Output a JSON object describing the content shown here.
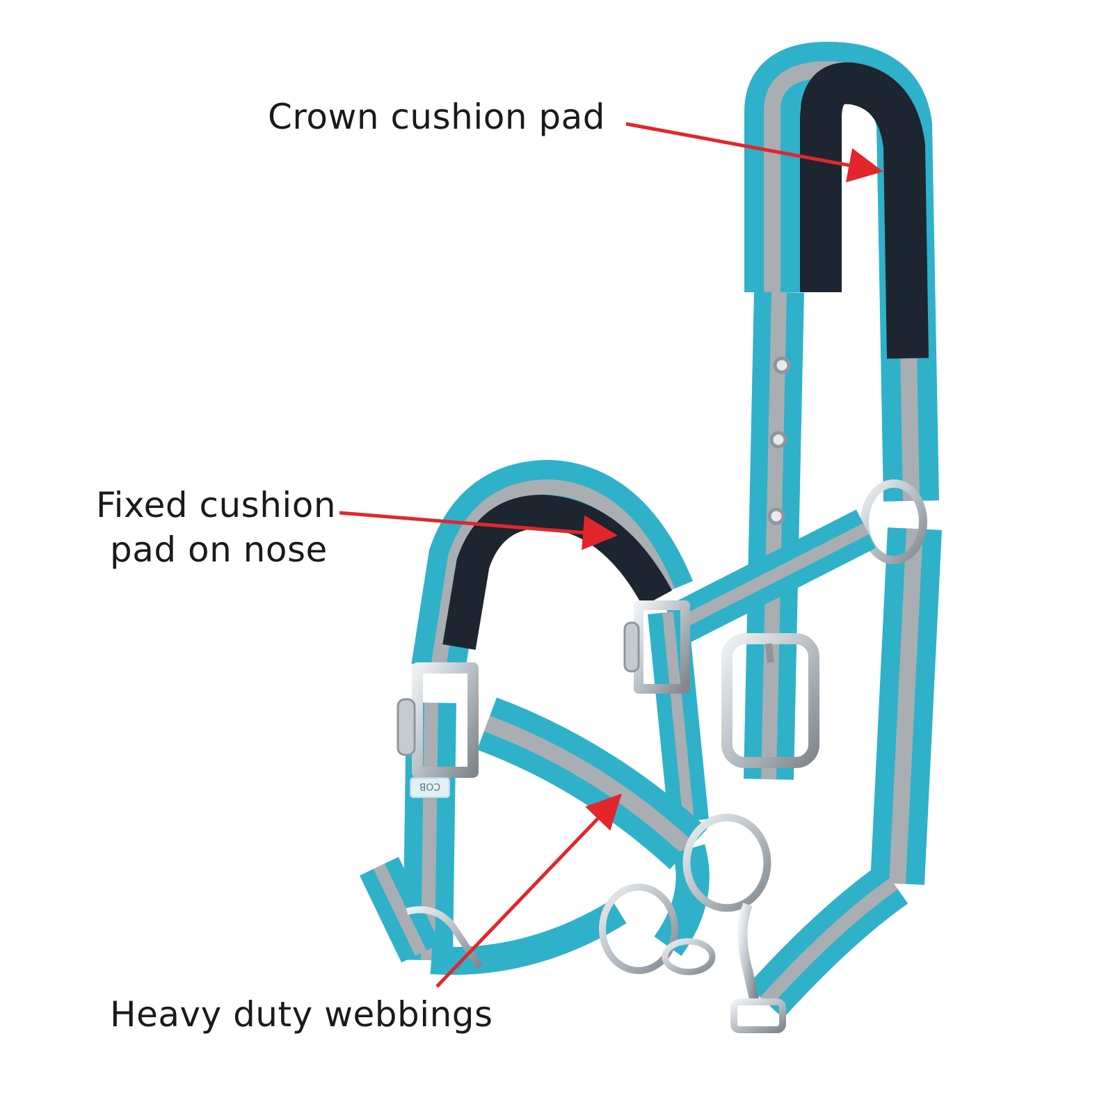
{
  "labels": {
    "crown": "Crown cushion pad",
    "nose_line1": "Fixed cushion",
    "nose_line2": "pad on nose",
    "webbing": "Heavy duty webbings"
  },
  "tag_text": "COB",
  "colors": {
    "webbing": "#2fb1c9",
    "stripe": "#a9aeb2",
    "padding": "#1c2530",
    "metal": "#c5cbd0",
    "arrow": "#e3262b",
    "text": "#1a1a1a",
    "background": "#ffffff"
  }
}
